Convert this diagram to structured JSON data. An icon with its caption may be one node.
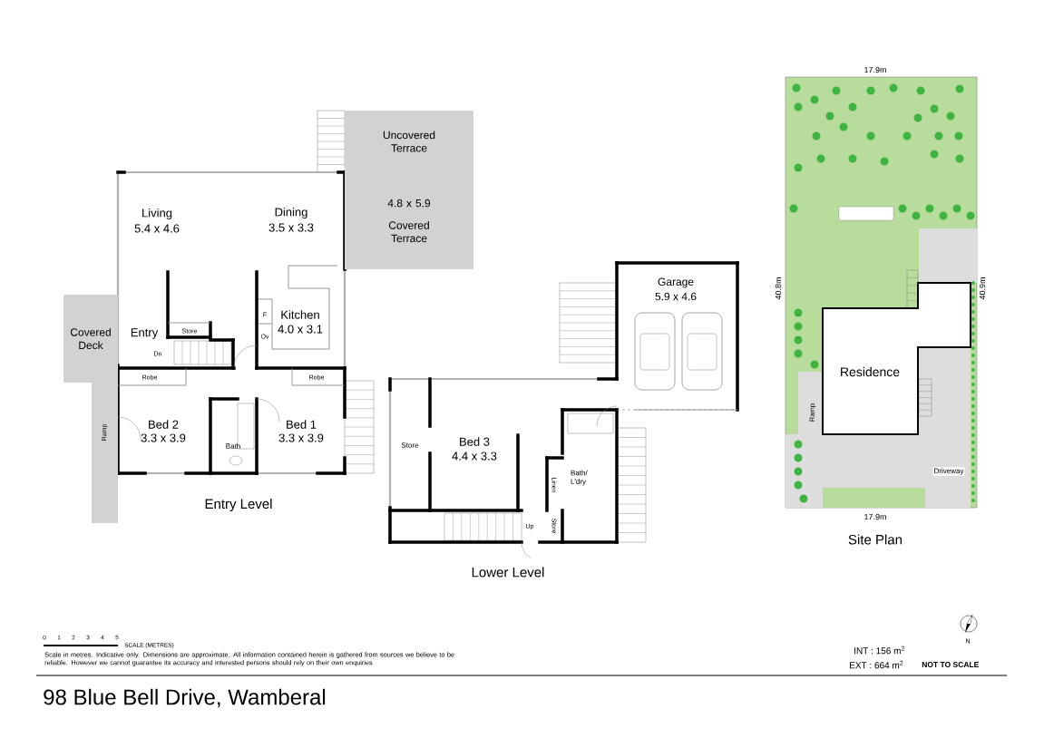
{
  "diagram": {
    "title": "98 Blue Bell Drive, Wamberal",
    "nodes": [
      {
        "text": [
          "Uncovered Terrace"
        ]
      },
      {
        "text": [
          "4.8 x 5.9",
          "Covered Terrace"
        ]
      },
      {
        "text": [
          "Covered Deck"
        ]
      },
      {
        "text": [
          "Ramp"
        ]
      },
      {
        "text": [
          "Residence"
        ]
      }
    ],
    "labels": [
      "Living",
      "5.4 x 4.6",
      "Dining",
      "3.5 x 3.3",
      "Kitchen",
      "4.0 x 3.1",
      "F",
      "Ov",
      "Store",
      "Entry",
      "Dn",
      "Robe",
      "Robe",
      "Bed 2",
      "3.3 x 3.9",
      "Bath",
      "Bed 1",
      "3.3 x 3.9",
      "Entry Level",
      "Garage",
      "5.9 x 4.6",
      "Store",
      "Bed 3",
      "4.4 x 3.3",
      "Linen",
      "Bath/ L'dry",
      "Up",
      "Store",
      "Lower Level",
      "17.9m",
      "40.8m",
      "40.9m",
      "Ramp",
      "Driveway",
      "17.9m",
      "Site Plan",
      "0",
      "1",
      "2",
      "3",
      "4",
      "5",
      "SCALE (METRES)",
      "Scale in metres. Indicative only. Dimensions are approximate. All information contained herein is gathered from sources we believe to be reliable. However we cannot guarantee its accuracy and interested persons should rely on their own enquiries",
      "N",
      "INT : 156 m$^{2}$",
      "EXT : 664 m$^{2}$",
      "NOT TO SCALE"
    ]
  }
}
